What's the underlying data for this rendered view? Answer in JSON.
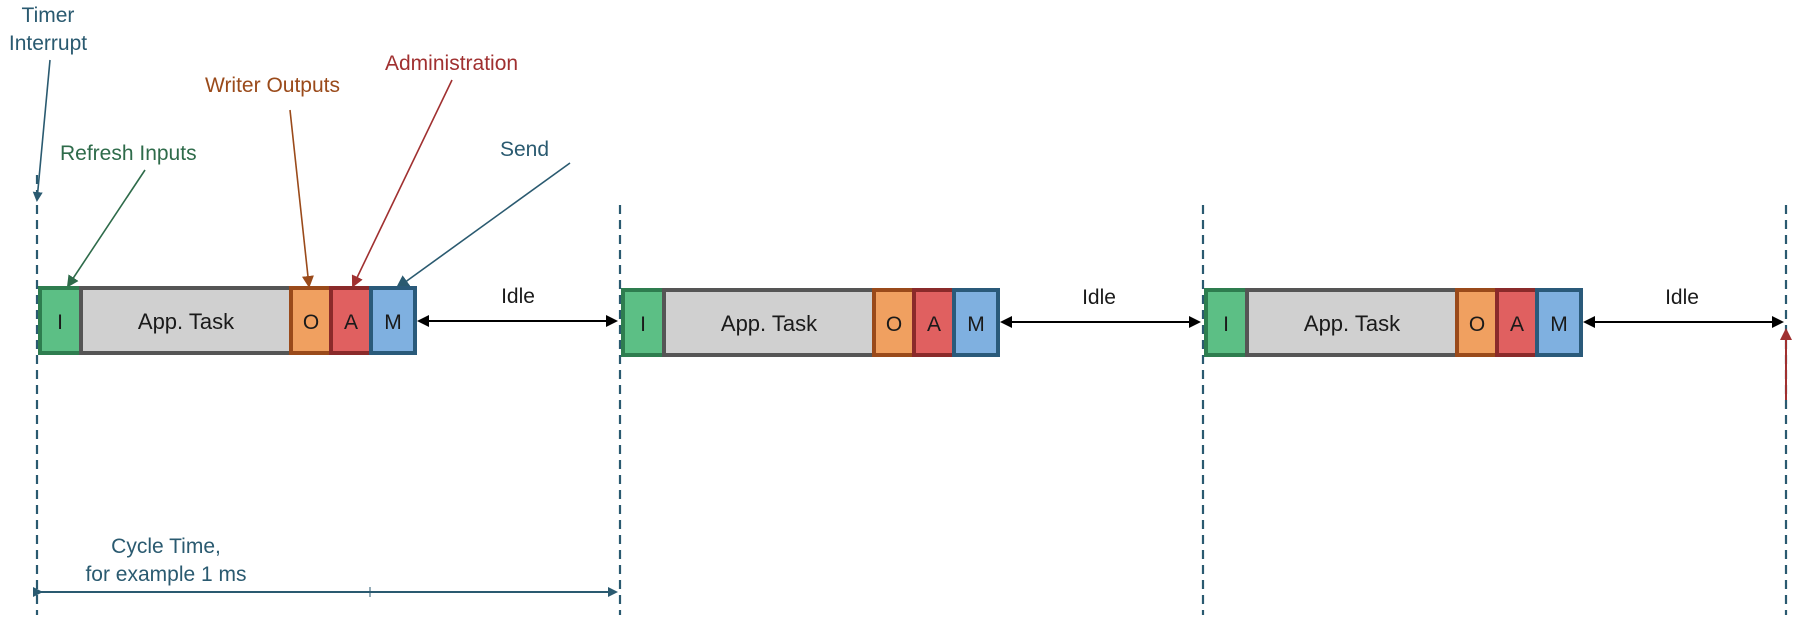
{
  "annotations": {
    "timer_interrupt": [
      "Timer",
      "Interrupt"
    ],
    "refresh_inputs": "Refresh Inputs",
    "writer_outputs": "Writer Outputs",
    "administration": "Administration",
    "send": "Send"
  },
  "cycles": [
    {
      "input": "I",
      "task": "App. Task",
      "output": "O",
      "admin": "A",
      "send": "M",
      "idle": "Idle"
    },
    {
      "input": "I",
      "task": "App. Task",
      "output": "O",
      "admin": "A",
      "send": "M",
      "idle": "Idle"
    },
    {
      "input": "I",
      "task": "App. Task",
      "output": "O",
      "admin": "A",
      "send": "M",
      "idle": "Idle"
    }
  ],
  "cycle_time": [
    "Cycle Time,",
    "for example 1 ms"
  ],
  "colors": {
    "input_fill": "#5cbf85",
    "input_border": "#2e7d4f",
    "task_fill": "#d0d0d0",
    "task_border": "#555555",
    "output_fill": "#f0a060",
    "output_border": "#9a4a1a",
    "admin_fill": "#e06060",
    "admin_border": "#8a2a2a",
    "send_fill": "#7fb0e0",
    "send_border": "#2a5a7a",
    "teal_text": "#2a5a70",
    "green_text": "#2e6b4a",
    "brown_text": "#9a4a1a",
    "red_text": "#a03030"
  }
}
